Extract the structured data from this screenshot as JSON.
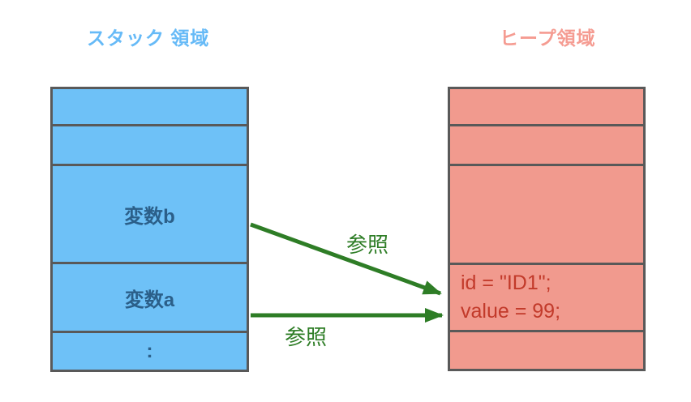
{
  "diagram": {
    "stack": {
      "title": "スタック 領域",
      "rows": [
        "",
        "",
        "変数b",
        "変数a",
        ":"
      ]
    },
    "heap": {
      "title": "ヒープ領域",
      "rows": [
        "",
        "",
        "",
        "",
        ""
      ],
      "object_lines": [
        "id = \"ID1\";",
        "value = 99;"
      ]
    },
    "arrows": [
      {
        "label": "参照",
        "from": "変数b",
        "to": "heap-object"
      },
      {
        "label": "参照",
        "from": "変数a",
        "to": "heap-object"
      }
    ],
    "colors": {
      "stack_fill": "#6EC1F7",
      "stack_title": "#66BAF7",
      "stack_text": "#2B5F89",
      "heap_fill": "#F19A8E",
      "heap_title": "#F59C92",
      "heap_text": "#C23A2A",
      "border": "#595959",
      "arrow_green": "#2E7D26"
    }
  }
}
